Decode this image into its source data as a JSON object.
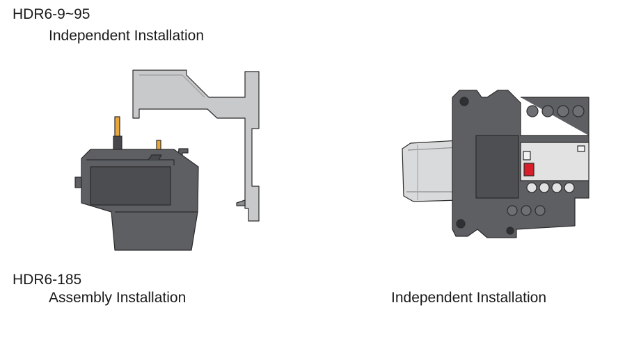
{
  "labels": {
    "model_top": "HDR6-9~95",
    "independent_top": "Independent Installation",
    "model_bottom": "HDR6-185",
    "assembly": "Assembly Installation",
    "independent_bottom": "Independent Installation"
  },
  "colors": {
    "relay_body": "#5e5f63",
    "relay_dark": "#47484b",
    "bracket": "#c8c9cb",
    "pin": "#e9a63a",
    "test_button": "#d81e2a",
    "contactor_front": "#e2e2e2",
    "outline": "#2b2b2b"
  }
}
